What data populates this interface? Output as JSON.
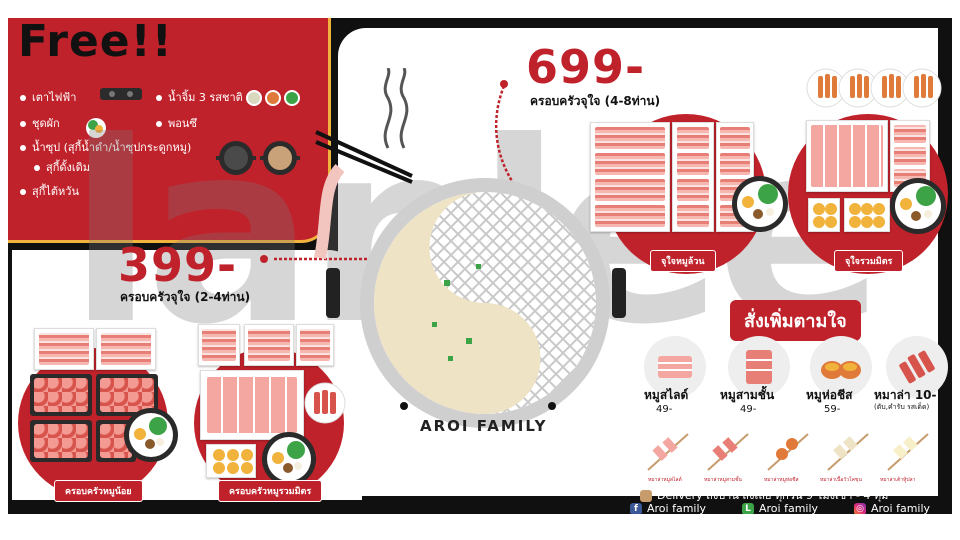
{
  "free": {
    "title": "Free!!",
    "items": [
      "เตาไฟฟ้า",
      "ชุดผัก",
      "น้ำซุป (สุกี้น้ำดำ/น้ำซุปกระดูกหมู)",
      "สุกี้ดั้งเดิม",
      "สุกี้ไต้หวัน",
      "น้ำจิ้ม 3 รสชาติ",
      "พอนซึ"
    ]
  },
  "set_399": {
    "price": "399-",
    "subtitle": "ครอบครัวจุใจ (2-4ท่าน)",
    "labels": [
      "ครอบครัวหมูน้อย",
      "ครอบครัวหมูรวมมิตร"
    ]
  },
  "set_699": {
    "price": "699-",
    "subtitle": "ครอบครัวจุใจ (4-8ท่าน)",
    "labels": [
      "จุใจหมูล้วน",
      "จุใจรวมมิตร"
    ]
  },
  "pot": {
    "brand": "AROI FAMILY"
  },
  "addons": {
    "title": "สั่งเพิ่มตามใจ",
    "items": [
      {
        "name": "หมูสไลด์",
        "price": "49-",
        "note": ""
      },
      {
        "name": "หมูสามชั้น",
        "price": "49-",
        "note": ""
      },
      {
        "name": "หมูห่อชีส",
        "price": "59-",
        "note": ""
      },
      {
        "name": "หมาล่า 10-",
        "price": "",
        "note": "(ตับ,คำรับ รสเด็ด)"
      }
    ],
    "skewers": [
      "หมาล่าหมูสไลด์",
      "หมาล่าหมูสามชั้น",
      "หมาล่าหมูห่อชีส",
      "หมาล่าเนื้อวัวโคขุน",
      "หมาล่าเต้าหู้ปลา"
    ]
  },
  "footer": {
    "delivery": "Delivery ถึงบ้าน สั่งเลย ทุกวัน 9 โมงเช้า - 4 ทุ่ม",
    "facebook": "Aroi family",
    "line": "Aroi family",
    "instagram": "Aroi family"
  },
  "watermark": "lanlee",
  "colors": {
    "brand_red": "#c0222b",
    "gold": "#f2b33d",
    "frame": "#101010"
  }
}
